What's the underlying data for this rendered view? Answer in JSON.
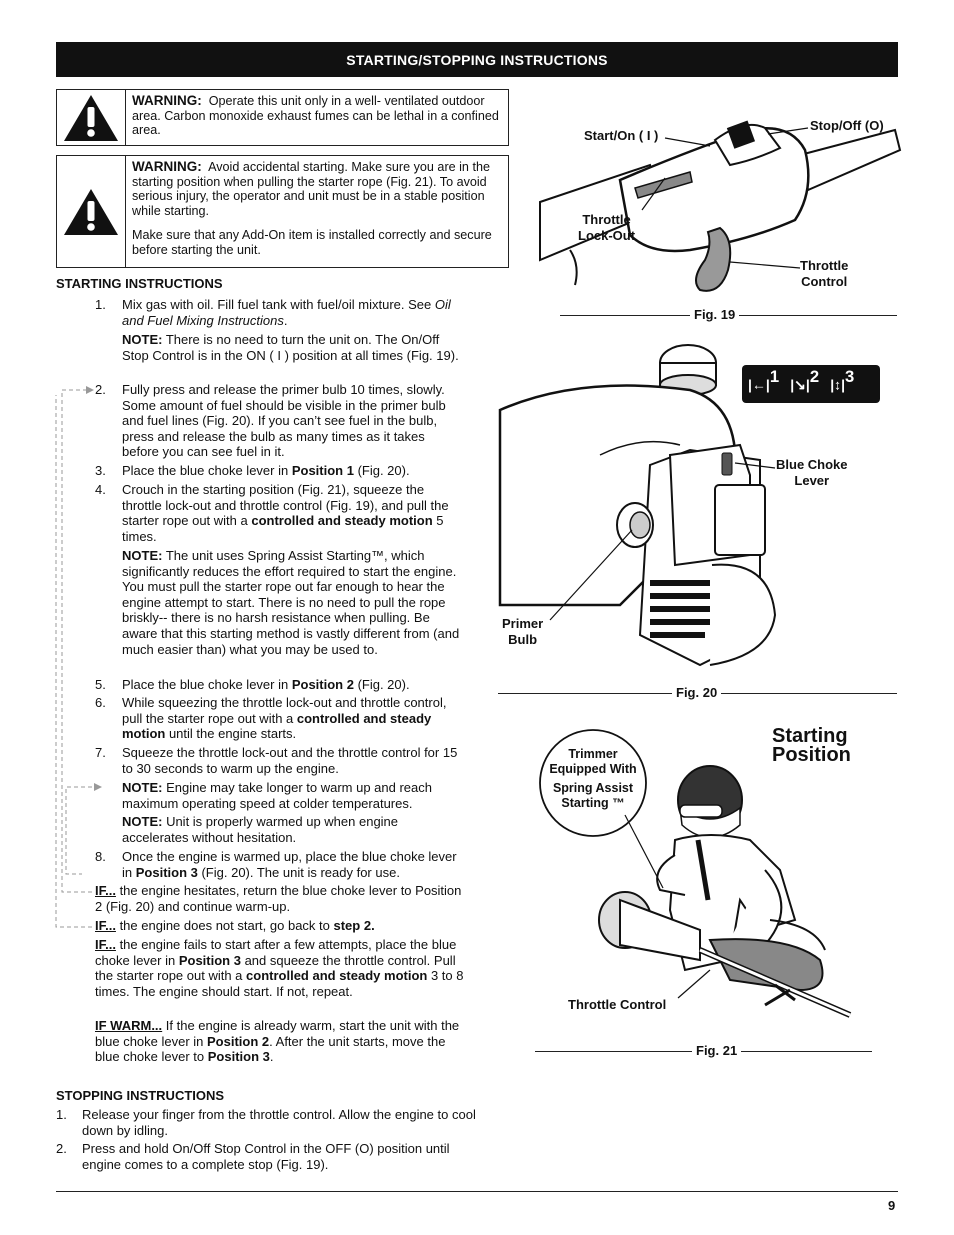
{
  "header": {
    "title": "STARTING/STOPPING INSTRUCTIONS"
  },
  "warnings": [
    {
      "label": "WARNING:",
      "paragraphs": [
        "Operate this unit only in a well- ventilated outdoor area. Carbon monoxide exhaust fumes can be lethal in a confined area."
      ]
    },
    {
      "label": "WARNING:",
      "paragraphs": [
        "Avoid accidental starting. Make sure you are in the starting position when pulling the starter rope (Fig. 21). To avoid serious injury, the operator and unit must be in a stable position while starting.",
        "Make sure that any Add-On item is installed correctly and secure before starting the unit."
      ]
    }
  ],
  "starting": {
    "heading": "STARTING INSTRUCTIONS",
    "s1": {
      "num": "1.",
      "a": "Mix gas with oil. Fill fuel tank with fuel/oil mixture. See ",
      "b": "Oil and Fuel Mixing Instructions",
      "c": "."
    },
    "note1": {
      "label": "NOTE:",
      "text": " There is no need to turn the unit on. The On/Off Stop Control is in the ON ( I ) position at all times (Fig. 19)."
    },
    "s2": {
      "num": "2.",
      "text": "Fully press and release the primer bulb 10 times, slowly. Some amount of fuel should be visible in the primer bulb and fuel lines (Fig. 20). If you can’t see fuel in the bulb, press and release the bulb as many times as it takes before you can see fuel in it."
    },
    "s3": {
      "num": "3.",
      "a": "Place the blue choke lever in ",
      "b": "Position 1",
      "c": " (Fig. 20)."
    },
    "s4": {
      "num": "4.",
      "a": "Crouch in the starting position (Fig. 21), squeeze the throttle lock-out and throttle control (Fig. 19), and pull the starter rope out with a ",
      "b": "controlled and steady motion",
      "c": " 5 times."
    },
    "note2": {
      "label": "NOTE:",
      "text": " The unit uses Spring Assist Starting™, which significantly reduces the effort required to start the engine. You must pull the starter rope out far enough to hear the engine attempt to start. There is no need to pull the rope briskly-- there is no harsh resistance when pulling. Be aware that this starting method is vastly different from (and much easier than) what you may be used to."
    },
    "s5": {
      "num": "5.",
      "a": "Place the blue choke lever in ",
      "b": "Position 2",
      "c": " (Fig. 20)."
    },
    "s6": {
      "num": "6.",
      "a": "While squeezing the throttle lock-out and throttle control, pull the starter rope out with a ",
      "b": "controlled and steady motion",
      "c": " until the engine starts."
    },
    "s7": {
      "num": "7.",
      "text": "Squeeze the throttle lock-out and the throttle control for 15 to 30 seconds to warm up the engine."
    },
    "note3": {
      "label": "NOTE:",
      "text": " Engine may take longer to warm up and reach maximum operating speed at colder temperatures."
    },
    "note4": {
      "label": "NOTE:",
      "text": " Unit is properly warmed up when engine accelerates without hesitation."
    },
    "s8": {
      "num": "8.",
      "a": "Once the engine is warmed up, place the blue choke lever in ",
      "b": "Position 3",
      "c": " (Fig. 20).  The unit is ready for use."
    },
    "if1": {
      "label": "IF...",
      "text": " the engine hesitates, return the blue choke lever to Position 2 (Fig. 20) and continue warm-up."
    },
    "if2": {
      "label": "IF...",
      "a": " the engine does not start, go back to ",
      "b": "step 2."
    },
    "if3": {
      "label": "IF...",
      "a": " the engine fails to start after a few attempts, place the blue choke lever in ",
      "b": "Position 3",
      "c": " and squeeze the throttle control. Pull the starter rope out with a ",
      "d": "controlled and steady motion",
      "e": " 3 to 8 times. The engine should start. If not, repeat."
    },
    "warm": {
      "label": "IF WARM...",
      "a": "  If the engine is already warm, start the unit with the blue choke lever in ",
      "b": "Position 2",
      "c": ". After the unit starts, move the blue choke lever to ",
      "d": "Position 3",
      "e": "."
    }
  },
  "stopping": {
    "heading": "STOPPING INSTRUCTIONS",
    "s1": {
      "num": "1.",
      "text": "Release your finger from the throttle control. Allow the engine to cool down by idling."
    },
    "s2": {
      "num": "2.",
      "text": "Press and hold On/Off Stop Control in the OFF (O) position until engine comes to a complete stop (Fig. 19)."
    }
  },
  "fig19": {
    "caption": "Fig. 19",
    "start_on": "Start/On ( I )",
    "stop_off": "Stop/Off (O)",
    "lockout": "Throttle\nLock-Out",
    "throttle": "Throttle\nControl"
  },
  "fig20": {
    "caption": "Fig. 20",
    "choke": "Blue Choke\nLever",
    "primer": "Primer\nBulb",
    "pos1": "1",
    "pos2": "2",
    "pos3": "3"
  },
  "fig21": {
    "caption": "Fig. 21",
    "title": "Starting\nPosition",
    "badge1": "Trimmer\nEquipped With",
    "badge2": "Spring Assist\nStarting ™",
    "throttle": "Throttle Control"
  },
  "footer": {
    "page": "9"
  }
}
